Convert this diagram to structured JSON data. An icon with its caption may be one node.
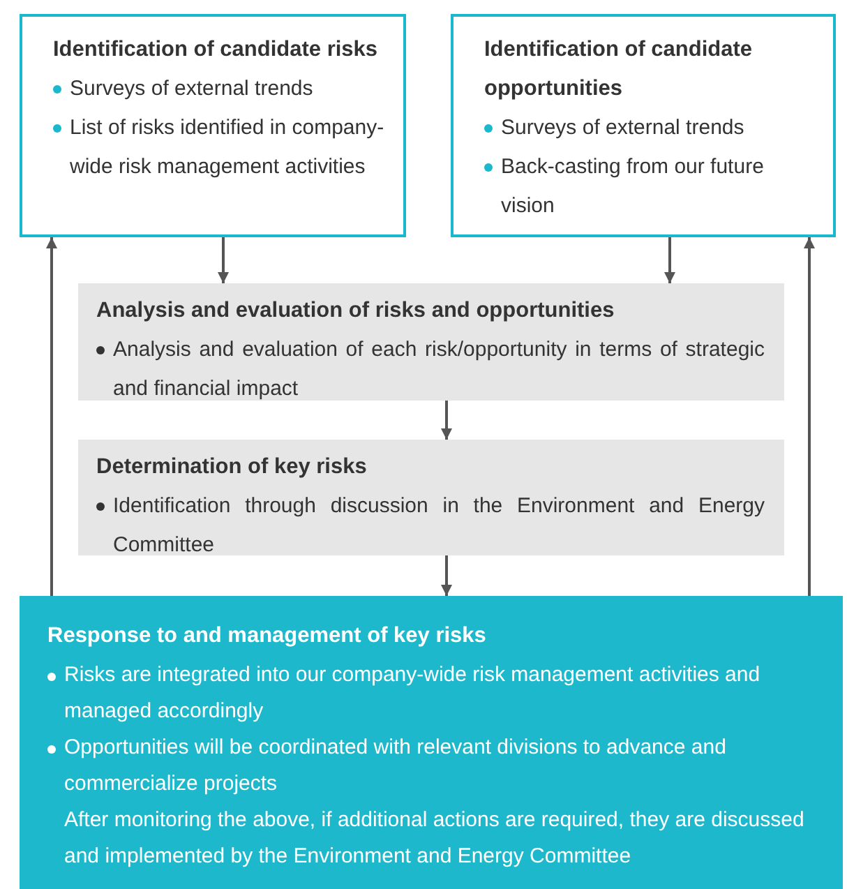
{
  "diagram": {
    "nodes": [
      {
        "text": [
          "Identification of candidate risks",
          "Surveys of external trends",
          "List of risks identified in company-wide risk management activities"
        ]
      },
      {
        "text": [
          "Identification of candidate opportunities",
          "Surveys of external trends",
          "Back-casting from our future vision"
        ]
      },
      {
        "text": [
          "Analysis and evaluation of risks and opportunities",
          "Analysis and evaluation of each risk/opportunity in terms of strategic and financial impact"
        ]
      },
      {
        "text": [
          "Determination of key risks",
          "Identification through discussion in the Environment and Energy Committee"
        ]
      },
      {
        "text": [
          "Response to and management of key risks",
          "Risks are integrated into our company-wide risk management activities and managed accordingly",
          "Opportunities will be coordinated with relevant divisions to advance and commercialize projects",
          "After monitoring the above, if additional actions are required, they are discussed and implemented by the Environment and Energy Committee"
        ]
      }
    ],
    "edges": [
      {
        "from": 0,
        "to": 2,
        "arrow": "to"
      },
      {
        "from": 1,
        "to": 2,
        "arrow": "to"
      },
      {
        "from": 2,
        "to": 3,
        "arrow": "to"
      },
      {
        "from": 3,
        "to": 4,
        "arrow": "to"
      },
      {
        "from": 4,
        "to": 0,
        "arrow": "to"
      },
      {
        "from": 4,
        "to": 1,
        "arrow": "to"
      }
    ]
  }
}
